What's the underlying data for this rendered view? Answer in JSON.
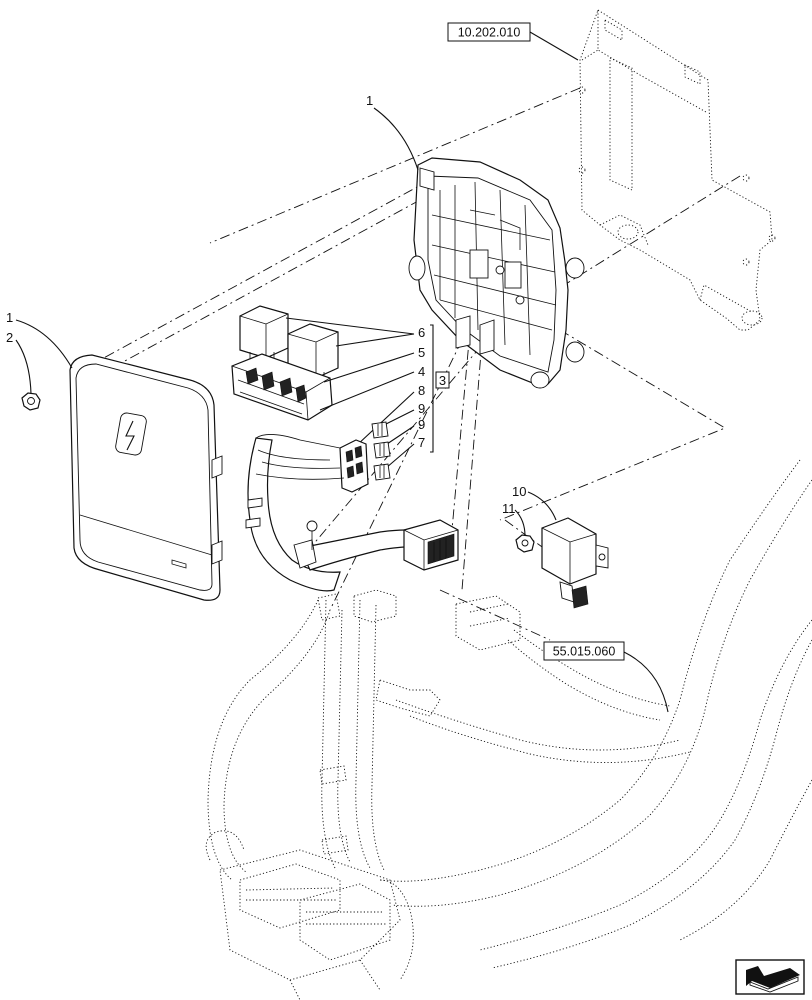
{
  "ref_boxes": {
    "bracket_ref": "10.202.010",
    "harness_ref": "55.015.060"
  },
  "callouts": {
    "c1_top": "1",
    "c1_left": "1",
    "c2": "2",
    "c6": "6",
    "c5": "5",
    "c4": "4",
    "c8": "8",
    "c9a": "9",
    "c9b": "9",
    "c7": "7",
    "c3": "3",
    "c10": "10",
    "c11": "11"
  },
  "icons": {
    "cover_symbol": "lightning-icon",
    "nav": "page-back-arrow-icon"
  }
}
